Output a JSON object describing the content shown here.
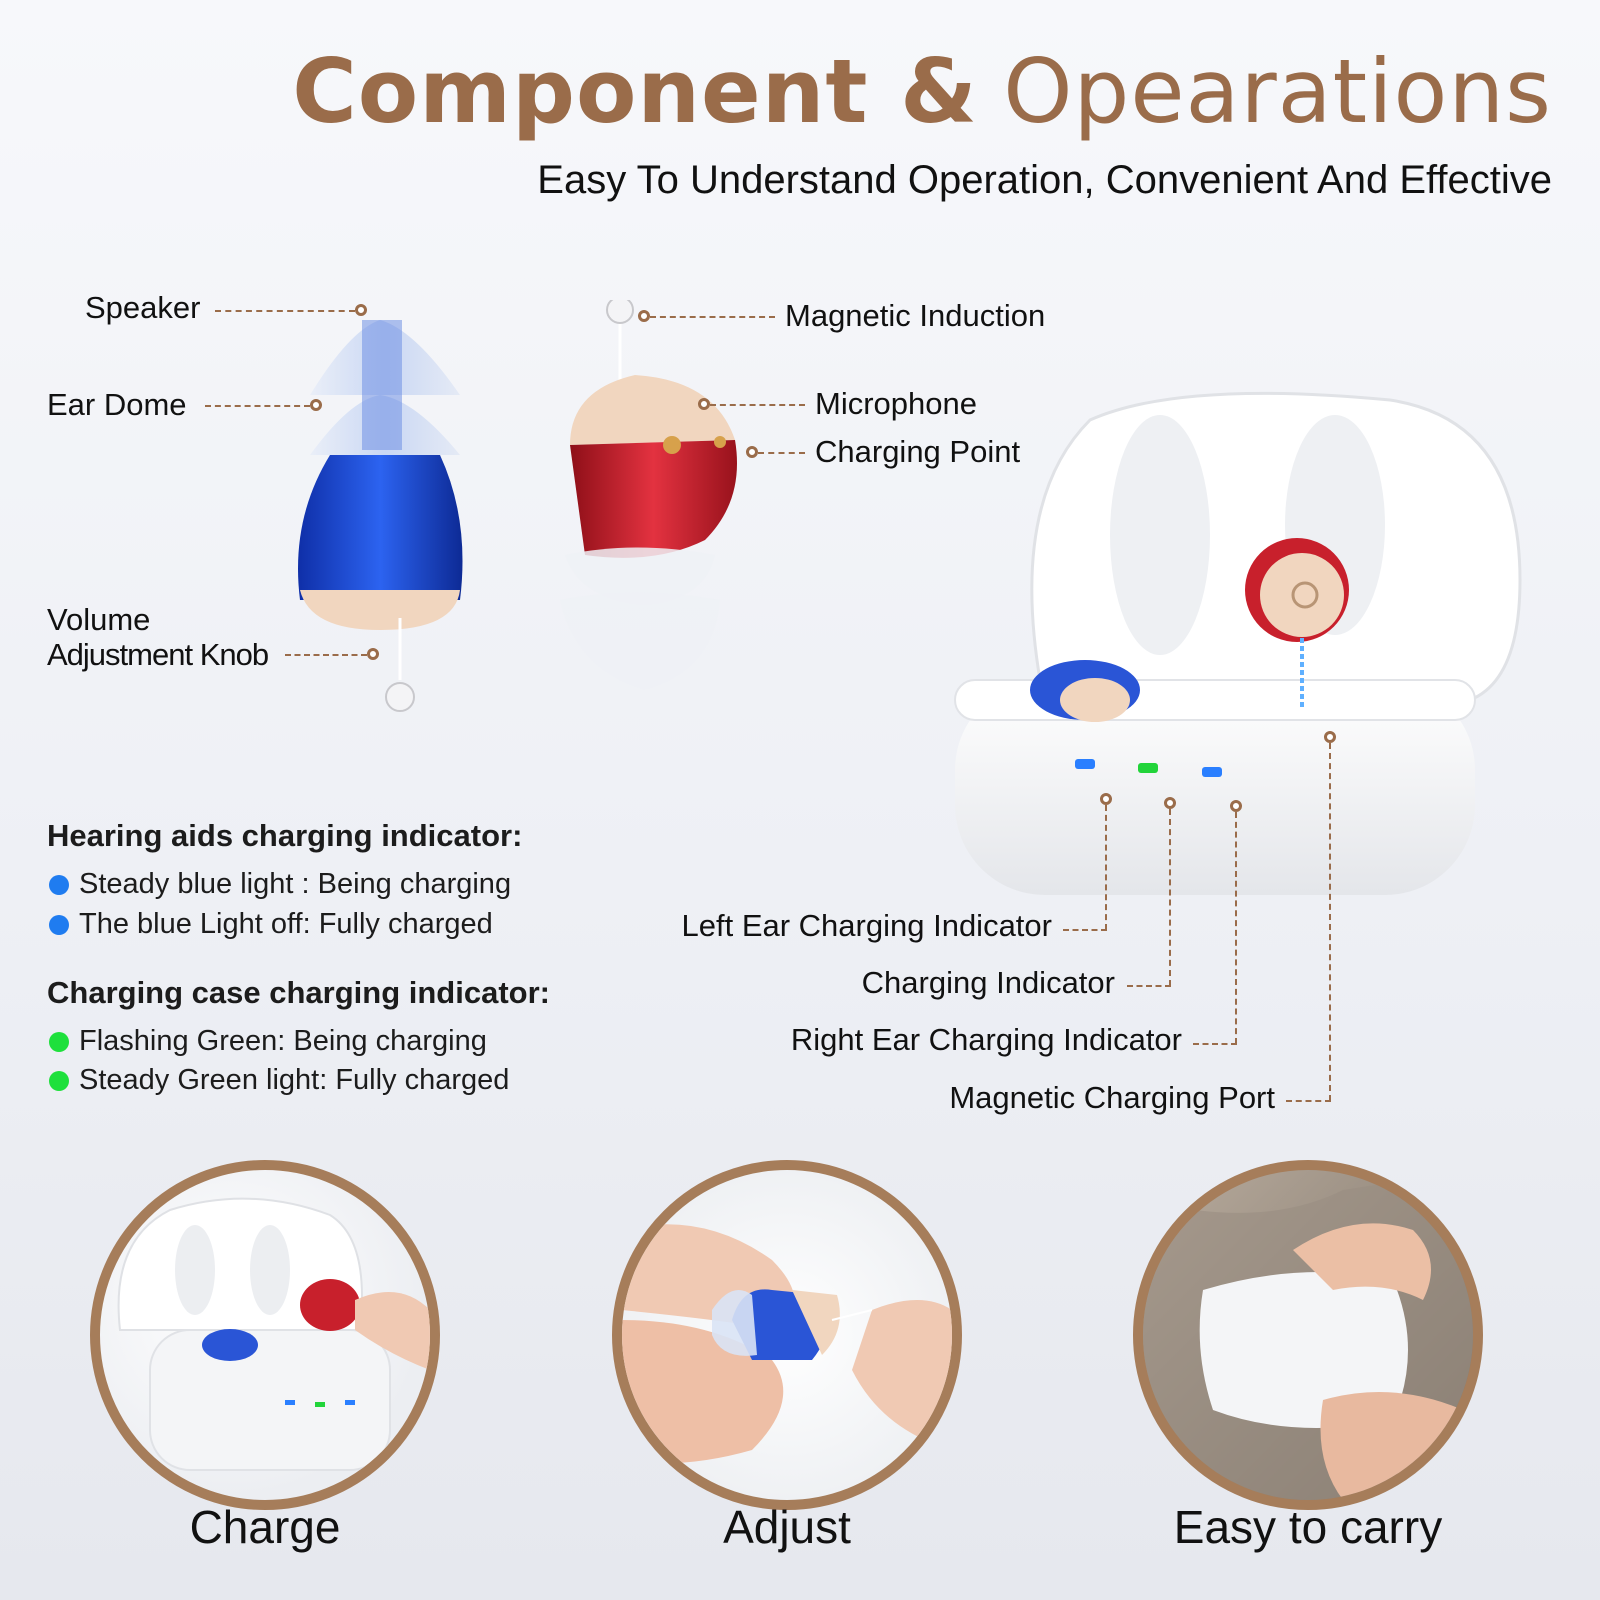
{
  "header": {
    "title_bold": "Component &",
    "title_light": "Opearations",
    "subtitle": "Easy To Understand Operation, Convenient And Effective"
  },
  "hearing_aid_labels": {
    "speaker": "Speaker",
    "ear_dome": "Ear Dome",
    "volume_line1": "Volume",
    "volume_line2": "Adjustment Knob",
    "magnetic_induction": "Magnetic Induction",
    "microphone": "Microphone",
    "charging_point": "Charging Point"
  },
  "case_labels": {
    "left_ear": "Left Ear Charging Indicator",
    "charging": "Charging Indicator",
    "right_ear": "Right Ear Charging Indicator",
    "magnetic_port": "Magnetic Charging Port"
  },
  "legend": {
    "hearing_aids": {
      "heading": "Hearing aids charging indicator:",
      "items": [
        "Steady blue light : Being charging",
        "The blue Light off: Fully charged"
      ]
    },
    "case": {
      "heading": "Charging case charging indicator:",
      "items": [
        "Flashing Green: Being charging",
        "Steady Green light: Fully charged"
      ]
    }
  },
  "usage": {
    "items": [
      "Charge",
      "Adjust",
      "Easy to carry"
    ]
  },
  "colors": {
    "accent": "#9a6c4a",
    "blue_device": "#1f4fd0",
    "red_device": "#c8202c",
    "skin": "#f1d6bf",
    "led_blue": "#2a7fff",
    "led_green": "#22d43a"
  }
}
